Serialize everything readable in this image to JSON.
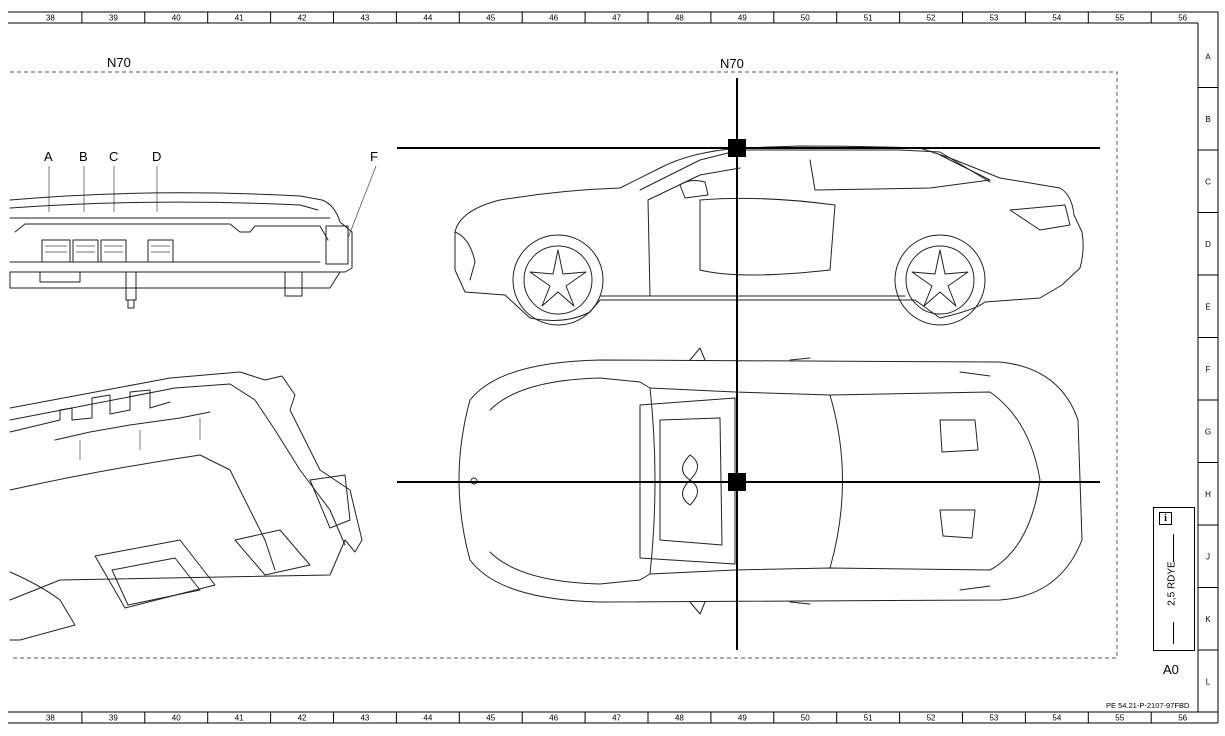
{
  "grid": {
    "columns": [
      "38",
      "39",
      "40",
      "41",
      "42",
      "43",
      "44",
      "45",
      "46",
      "47",
      "48",
      "49",
      "50",
      "51",
      "52",
      "53",
      "54",
      "55",
      "56"
    ],
    "rows": [
      "A",
      "B",
      "C",
      "D",
      "E",
      "F",
      "G",
      "H",
      "J",
      "K",
      "L"
    ]
  },
  "component_labels": {
    "left": "N70",
    "right": "N70"
  },
  "connector_letters": [
    "A",
    "B",
    "C",
    "D",
    "F"
  ],
  "info_box": {
    "icon": "info-icon",
    "wire": "2,5 RDYE",
    "connector": "A0"
  },
  "reference": "PE 54.21-P-2107-97FBD",
  "colors": {
    "line": "#000000",
    "marker": "#000000",
    "background": "#ffffff"
  }
}
